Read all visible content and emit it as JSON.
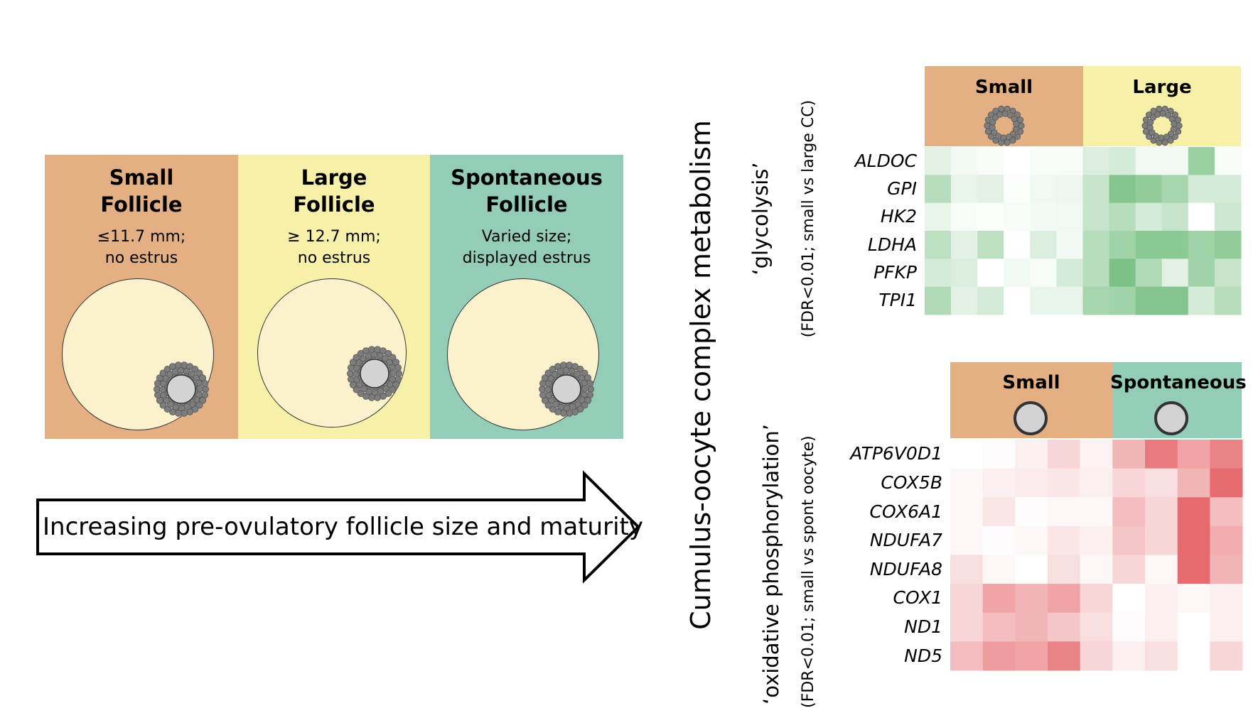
{
  "panels": [
    {
      "title_l1": "Small",
      "title_l2": "Follicle",
      "desc_l1": "≤11.7 mm;",
      "desc_l2": "no estrus",
      "color": "#e4b083"
    },
    {
      "title_l1": "Large",
      "title_l2": "Follicle",
      "desc_l1": "≥ 12.7 mm;",
      "desc_l2": "no estrus",
      "color": "#f7f0a9"
    },
    {
      "title_l1": "Spontaneous",
      "title_l2": "Follicle",
      "desc_l1": "Varied size;",
      "desc_l2": "displayed estrus",
      "color": "#93cdb8"
    }
  ],
  "arrow_text": "Increasing pre-ovulatory follicle size and maturity",
  "main_vertical_label": "Cumulus-oocyte complex metabolism",
  "glyco": {
    "label_main": "‘glycolysis’",
    "label_sub": "(FDR<0.01; small vs large CC)",
    "groups": [
      {
        "name": "Small",
        "color": "#e4b083"
      },
      {
        "name": "Large",
        "color": "#f7f0a9"
      }
    ],
    "genes": [
      "ALDOC",
      "GPI",
      "HK2",
      "LDHA",
      "PFKP",
      "TPI1"
    ],
    "intensity": [
      [
        0.2,
        0.08,
        0.05,
        0.0,
        0.05,
        0.05,
        0.25,
        0.3,
        0.1,
        0.1,
        0.7,
        0.05
      ],
      [
        0.5,
        0.15,
        0.2,
        0.02,
        0.1,
        0.12,
        0.4,
        0.85,
        0.75,
        0.6,
        0.3,
        0.3
      ],
      [
        0.15,
        0.05,
        0.02,
        0.05,
        0.08,
        0.1,
        0.4,
        0.5,
        0.3,
        0.4,
        0.0,
        0.35
      ],
      [
        0.45,
        0.2,
        0.45,
        0.0,
        0.25,
        0.08,
        0.5,
        0.65,
        0.8,
        0.8,
        0.65,
        0.75
      ],
      [
        0.3,
        0.25,
        0.0,
        0.1,
        0.05,
        0.3,
        0.5,
        0.9,
        0.55,
        0.2,
        0.65,
        0.4
      ],
      [
        0.55,
        0.2,
        0.3,
        0.0,
        0.15,
        0.15,
        0.6,
        0.65,
        0.85,
        0.85,
        0.3,
        0.5
      ]
    ],
    "color": "#6dbb78"
  },
  "oxphos": {
    "label_main": "‘oxidative phosphorylation’",
    "label_sub": "(FDR<0.01; small vs spont oocyte)",
    "groups": [
      {
        "name": "Small",
        "color": "#e4b083"
      },
      {
        "name": "Spontaneous",
        "color": "#93cdb8"
      }
    ],
    "genes": [
      "ATP6V0D1",
      "COX5B",
      "COX6A1",
      "NDUFA7",
      "NDUFA8",
      "COX1",
      "ND1",
      "ND5"
    ],
    "intensity": [
      [
        0.0,
        0.02,
        0.1,
        0.25,
        0.08,
        0.45,
        0.8,
        0.55,
        0.75
      ],
      [
        0.05,
        0.1,
        0.12,
        0.15,
        0.1,
        0.25,
        0.2,
        0.45,
        0.9
      ],
      [
        0.05,
        0.15,
        0.02,
        0.05,
        0.05,
        0.4,
        0.25,
        0.9,
        0.4
      ],
      [
        0.05,
        0.02,
        0.05,
        0.15,
        0.1,
        0.35,
        0.25,
        0.9,
        0.5
      ],
      [
        0.2,
        0.05,
        0.0,
        0.2,
        0.05,
        0.25,
        0.05,
        0.9,
        0.45
      ],
      [
        0.25,
        0.55,
        0.45,
        0.55,
        0.25,
        0.0,
        0.1,
        0.05,
        0.1
      ],
      [
        0.25,
        0.4,
        0.45,
        0.35,
        0.2,
        0.02,
        0.1,
        0.0,
        0.1
      ],
      [
        0.4,
        0.6,
        0.55,
        0.75,
        0.25,
        0.1,
        0.2,
        0.0,
        0.25
      ]
    ],
    "color": "#e35a5e"
  },
  "colors": {
    "oocyte_fill": "#d3d3d3",
    "granulosa": "#7d7d7d",
    "follicle_fill": "#fbf1cd"
  }
}
